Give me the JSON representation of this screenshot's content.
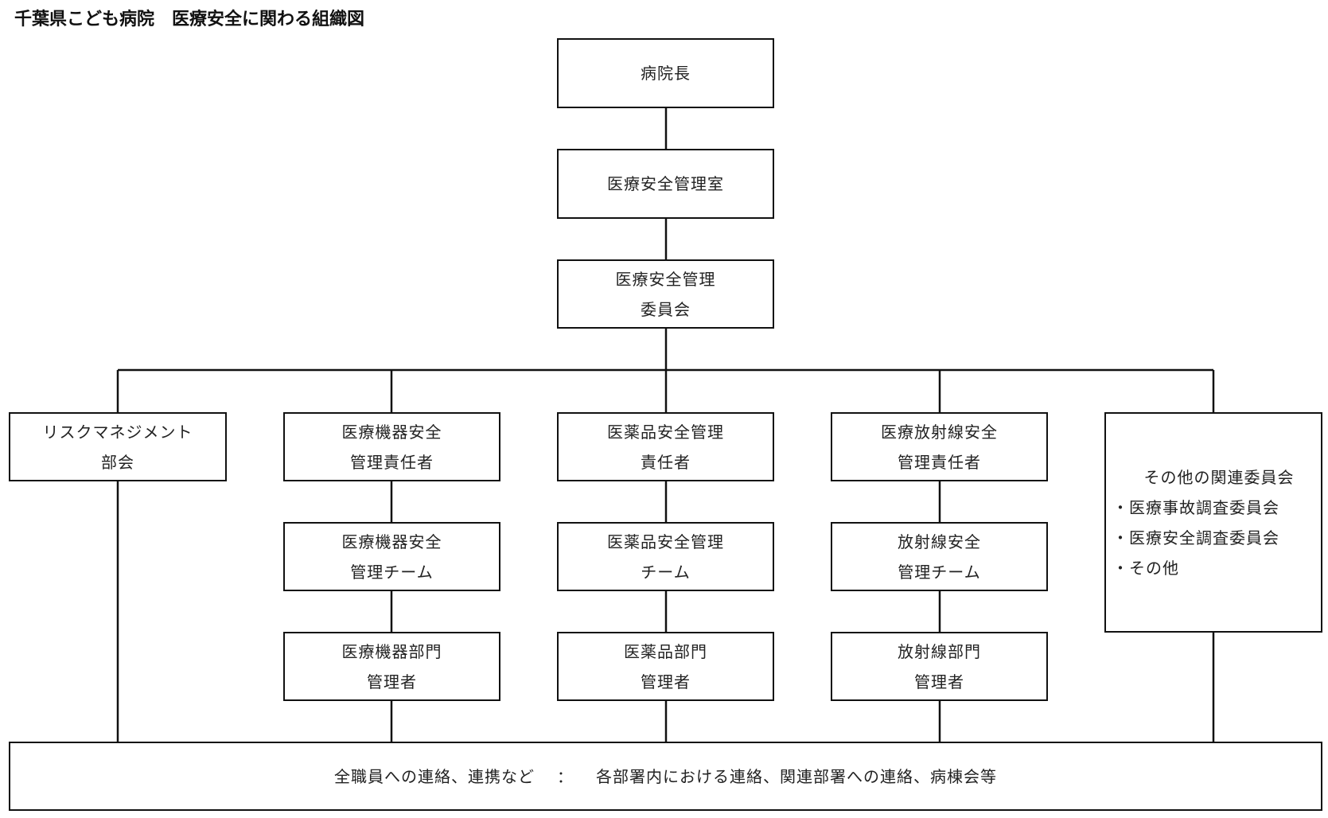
{
  "title": "千葉県こども病院　医療安全に関わる組織図",
  "nodes": {
    "director": [
      "病院長"
    ],
    "safety_office": [
      "医療安全管理室"
    ],
    "safety_committee": [
      "医療安全管理",
      "委員会"
    ],
    "risk_management": [
      "リスクマネジメント",
      "部会"
    ],
    "device_manager": [
      "医療機器安全",
      "管理責任者"
    ],
    "device_team": [
      "医療機器安全",
      "管理チーム"
    ],
    "device_dept": [
      "医療機器部門",
      "管理者"
    ],
    "drug_manager": [
      "医薬品安全管理",
      "責任者"
    ],
    "drug_team": [
      "医薬品安全管理",
      "チーム"
    ],
    "drug_dept": [
      "医薬品部門",
      "管理者"
    ],
    "radiation_manager": [
      "医療放射線安全",
      "管理責任者"
    ],
    "radiation_team": [
      "放射線安全",
      "管理チーム"
    ],
    "radiation_dept": [
      "放射線部門",
      "管理者"
    ],
    "other_committees": {
      "heading": "その他の関連委員会",
      "items": [
        "・医療事故調査委員会",
        "・医療安全調査委員会",
        "・その他"
      ]
    }
  },
  "bottom": {
    "left": "全職員への連絡、連携など",
    "separator": "：",
    "right": "各部署内における連絡、関連部署への連絡、病棟会等"
  }
}
